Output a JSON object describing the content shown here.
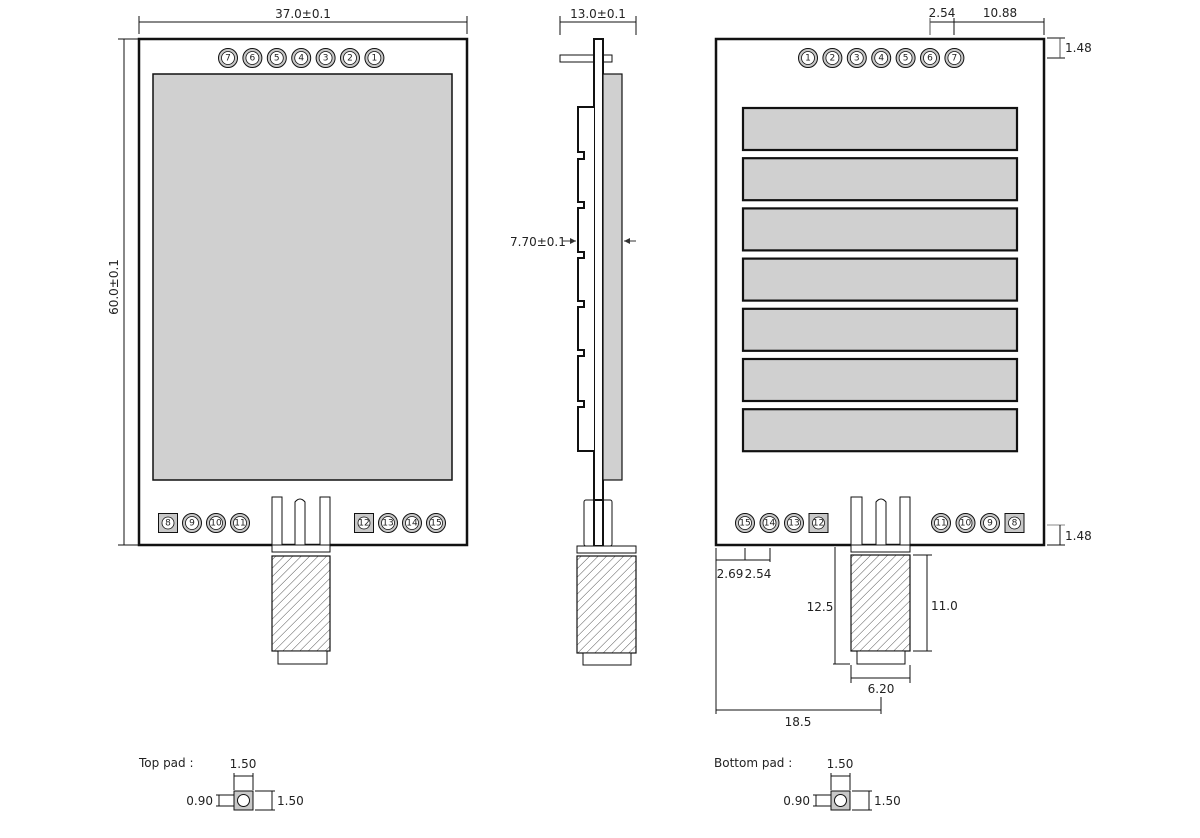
{
  "title": "Module mechanical dimension drawing",
  "colors": {
    "outline": "#111111",
    "fill_gray": "#d0d0d0",
    "pad_gray": "#c8c8c8",
    "background": "#ffffff"
  },
  "front_view": {
    "width_dim": "37.0±0.1",
    "height_dim": "60.0±0.1",
    "top_pins": [
      "7",
      "6",
      "5",
      "4",
      "3",
      "2",
      "1"
    ],
    "bottom_left_pins": [
      {
        "num": "8",
        "shape": "square"
      },
      {
        "num": "9",
        "shape": "round"
      },
      {
        "num": "10",
        "shape": "round"
      },
      {
        "num": "11",
        "shape": "round"
      }
    ],
    "bottom_right_pins": [
      {
        "num": "12",
        "shape": "square"
      },
      {
        "num": "13",
        "shape": "round"
      },
      {
        "num": "14",
        "shape": "round"
      },
      {
        "num": "15",
        "shape": "round"
      }
    ]
  },
  "side_view": {
    "width_dim": "13.0±0.1",
    "thickness_dim": "7.70±0.1"
  },
  "back_view": {
    "pitch_top": "2.54",
    "offset_top": "10.88",
    "top_margin": "1.48",
    "bottom_margin": "1.48",
    "top_pins": [
      "1",
      "2",
      "3",
      "4",
      "5",
      "6",
      "7"
    ],
    "bottom_left_pins": [
      {
        "num": "15",
        "shape": "round"
      },
      {
        "num": "14",
        "shape": "round"
      },
      {
        "num": "13",
        "shape": "round"
      },
      {
        "num": "12",
        "shape": "square"
      }
    ],
    "bottom_right_pins": [
      {
        "num": "11",
        "shape": "round"
      },
      {
        "num": "10",
        "shape": "round"
      },
      {
        "num": "9",
        "shape": "round"
      },
      {
        "num": "8",
        "shape": "square"
      }
    ],
    "edge_offset": "2.69",
    "pitch_bottom": "2.54",
    "connector_length": "12.5",
    "connector_body": "11.0",
    "connector_width": "6.20",
    "connector_offset": "18.5",
    "bar_count": 7
  },
  "pads": {
    "top_label": "Top pad :",
    "bottom_label": "Bottom pad :",
    "width": "1.50",
    "height": "1.50",
    "hole": "0.90"
  }
}
